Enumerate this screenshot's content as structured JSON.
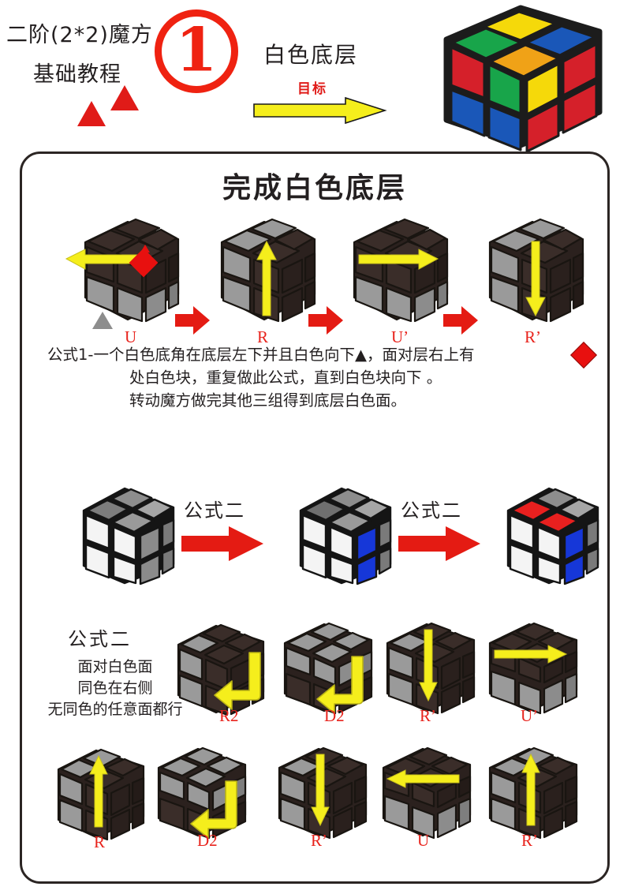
{
  "header": {
    "title_line1": "二阶(2*2)魔方",
    "title_line2": "基础教程",
    "step_number": "1",
    "goal_title": "白色底层",
    "goal_subtitle": "目标",
    "goal_arrow_icon": "yellow-right-arrow-icon",
    "triangle_icon": "red-triangle-icon",
    "cube_icon": "colored-2x2-cube-icon",
    "cube_colors": {
      "yellow": "#f5d90a",
      "green": "#18a54a",
      "blue": "#1a57b8",
      "red": "#d5202a",
      "orange": "#f0a217",
      "white": "#f2f2f2",
      "body": "#1c1c1c"
    }
  },
  "panel": {
    "title": "完成白色底层",
    "border_color": "#2b2523"
  },
  "colors": {
    "red_text": "#e8231c",
    "red_arrow": "#e41b13",
    "yellow_arrow": "#f5ee1c",
    "dark_face": "#352a27",
    "gray_face": "#9a9a9a",
    "white_face": "#f4f4f4",
    "blue_face": "#1637d8",
    "red_face": "#e8201f",
    "outline": "#231f20"
  },
  "row1": {
    "marker_triangle_gray": "gray-triangle-icon",
    "marker_triangle_red": "red-triangle-icon",
    "marker_diamond_red": "red-diamond-icon",
    "steps": [
      {
        "move": "U",
        "arrow": "left-arrow-icon"
      },
      {
        "move": "R",
        "arrow": "up-arrow-icon"
      },
      {
        "move": "U’",
        "arrow": "right-arrow-icon"
      },
      {
        "move": "R’",
        "arrow": "down-arrow-icon"
      }
    ]
  },
  "formula1": {
    "line1": "公式1-一个白色底角在底层左下并且白色向下▲，面对层右上有",
    "line2": "处白色块，重复做此公式，直到白色块向下 。",
    "line3": "转动魔方做完其他三组得到底层白色面。",
    "end_marker": "red-diamond-icon"
  },
  "row2": {
    "label_1": "公式二",
    "label_2": "公式二",
    "arrow_icon": "red-right-arrow-icon",
    "cubes": [
      {
        "name": "cube-white-gray"
      },
      {
        "name": "cube-white-gray-blue"
      },
      {
        "name": "cube-white-red-blue"
      }
    ]
  },
  "formula2": {
    "title": "公式二",
    "line1": "面对白色面",
    "line2": "同色在右侧",
    "line3": "无同色的任意面都行"
  },
  "row3": {
    "steps": [
      {
        "move": "R2",
        "arrow": "curved-left-arrow-icon"
      },
      {
        "move": "D2",
        "arrow": "curved-left-arrow-icon"
      },
      {
        "move": "R’",
        "arrow": "down-arrow-icon"
      },
      {
        "move": "U’",
        "arrow": "right-arrow-icon"
      }
    ]
  },
  "row4": {
    "steps": [
      {
        "move": "R",
        "arrow": "up-arrow-icon"
      },
      {
        "move": "D2",
        "arrow": "curved-left-arrow-icon"
      },
      {
        "move": "R’",
        "arrow": "down-arrow-icon"
      },
      {
        "move": "U",
        "arrow": "left-arrow-icon"
      },
      {
        "move": "R’",
        "arrow": "up-arrow-icon"
      }
    ]
  }
}
